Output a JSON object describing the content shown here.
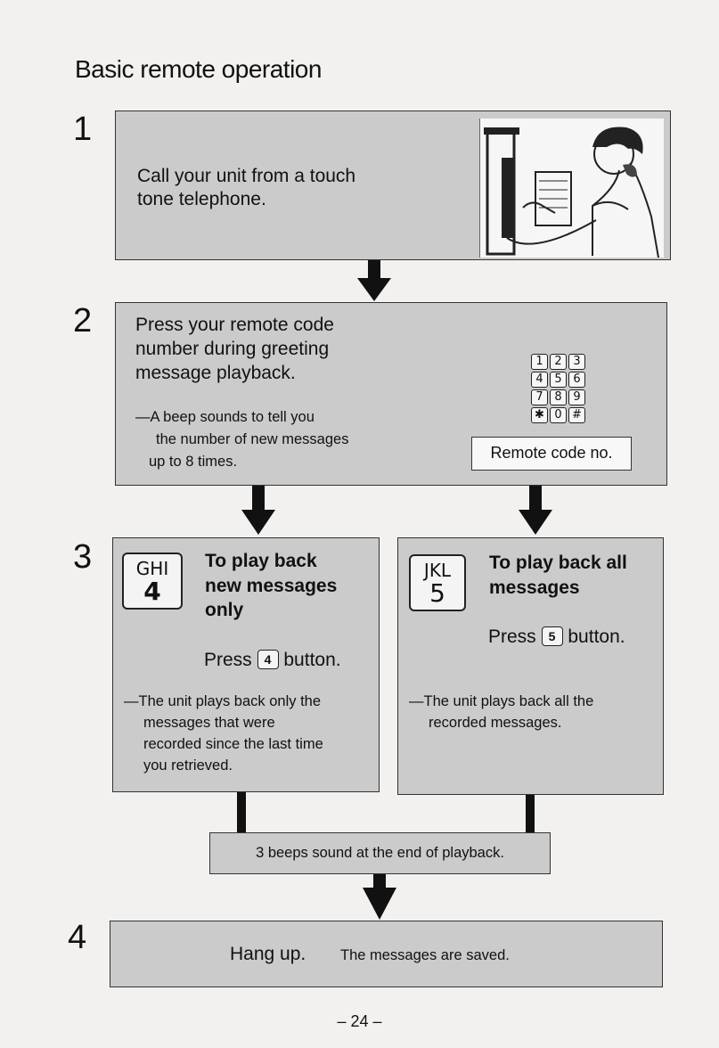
{
  "title": "Basic remote operation",
  "steps": {
    "s1": {
      "number": "1",
      "text_line1": "Call your unit from a touch",
      "text_line2": "tone telephone."
    },
    "s2": {
      "number": "2",
      "text_line1": "Press your remote code",
      "text_line2": "number during greeting",
      "text_line3": "message playback.",
      "note_line1": "—A beep sounds to tell you",
      "note_line2": "the number of new messages",
      "note_line3": "up to 8 times.",
      "keys": [
        "1",
        "2",
        "3",
        "4",
        "5",
        "6",
        "7",
        "8",
        "9",
        "✱",
        "0",
        "#"
      ],
      "code_label": "Remote code no."
    },
    "s3": {
      "number": "3",
      "left": {
        "key_letters": "GHI",
        "key_digit": "4",
        "heading_line1": "To play back",
        "heading_line2": "new messages",
        "heading_line3": "only",
        "press_word": "Press",
        "press_key": "4",
        "button_word": "button.",
        "note_line1": "—The unit plays back only the",
        "note_line2": "messages that were",
        "note_line3": "recorded since the last time",
        "note_line4": "you retrieved."
      },
      "right": {
        "key_letters": "JKL",
        "key_digit": "5",
        "heading_line1": "To play back all",
        "heading_line2": "messages",
        "press_word": "Press",
        "press_key": "5",
        "button_word": "button.",
        "note_line1": "—The unit plays back all the",
        "note_line2": "recorded messages."
      }
    },
    "beeps": "3 beeps sound at the end of playback.",
    "s4": {
      "number": "4",
      "main": "Hang up.",
      "sub": "The messages are saved."
    }
  },
  "page_number": "– 24 –"
}
